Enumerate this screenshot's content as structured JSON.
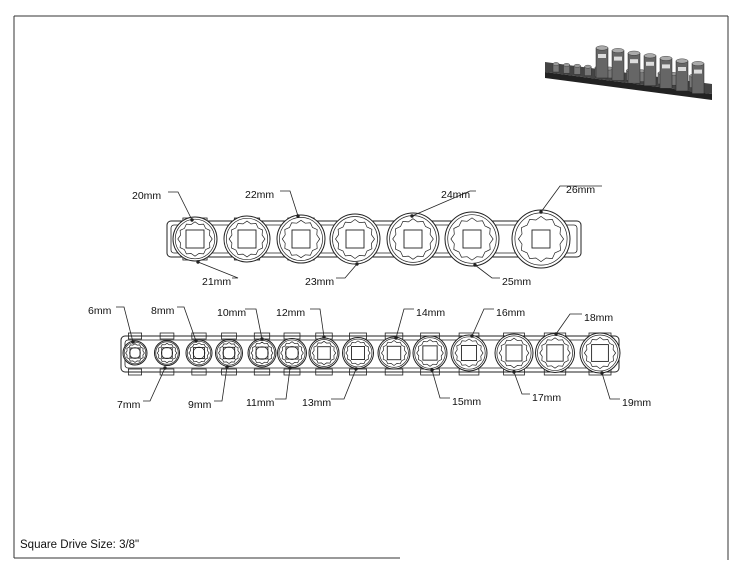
{
  "footer_note": "Square Drive Size: 3/8\"",
  "top_rail": {
    "labels_above": [
      "20mm",
      "22mm",
      "24mm",
      "26mm"
    ],
    "labels_below": [
      "21mm",
      "23mm",
      "25mm"
    ]
  },
  "bottom_rail": {
    "labels_above": [
      "6mm",
      "8mm",
      "10mm",
      "12mm",
      "14mm",
      "16mm",
      "18mm"
    ],
    "labels_below": [
      "7mm",
      "9mm",
      "11mm",
      "13mm",
      "15mm",
      "17mm",
      "19mm"
    ]
  },
  "colors": {
    "line": "#222222",
    "shade": "#555555",
    "frame": "#333333"
  }
}
